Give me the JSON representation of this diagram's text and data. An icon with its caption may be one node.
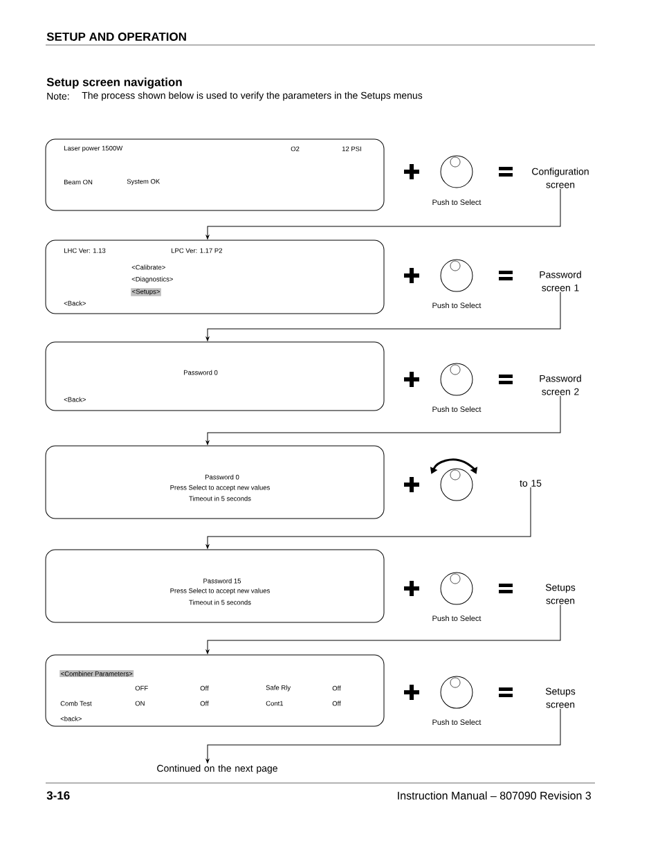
{
  "diagram": {
    "title": "Setup screen navigation",
    "nodes": [
      {
        "text": [
          "Laser power 1500W",
          "O2",
          "12 PSI",
          "Beam ON",
          "System OK"
        ]
      },
      {
        "text": [
          "LHC Ver: 1.13",
          "LPC Ver: 1.17 P2",
          "<Calibrate>",
          "<Diagnostics>",
          "<Setups>",
          "<Back>"
        ]
      },
      {
        "text": [
          "Password 0",
          "<Back>"
        ]
      },
      {
        "text": [
          "Password 0",
          "Press Select to accept new values",
          "Timeout in 5 seconds"
        ]
      },
      {
        "text": [
          "Password 15",
          "Press Select to accept new values",
          "Timeout in 5 seconds"
        ]
      },
      {
        "text": [
          "<Combiner Parameters>",
          "OFF",
          "Off",
          "Safe Rly",
          "Off",
          "Comb Test",
          "ON",
          "Off",
          "Cont1",
          "Off",
          "<back>"
        ]
      },
      {
        "text": [
          "Configuration screen"
        ]
      },
      {
        "text": [
          "Password screen 1"
        ]
      },
      {
        "text": [
          "Password screen 2"
        ]
      },
      {
        "text": [
          "to 15"
        ]
      },
      {
        "text": [
          "Setups screen"
        ]
      },
      {
        "text": [
          "Setups screen"
        ]
      },
      {
        "text": [
          "Continued on the next page"
        ]
      }
    ],
    "edges": [
      {
        "from": 6,
        "to": 1,
        "arrow": "to"
      },
      {
        "from": 7,
        "to": 2,
        "arrow": "to"
      },
      {
        "from": 8,
        "to": 3,
        "arrow": "to"
      },
      {
        "from": 9,
        "to": 4,
        "arrow": "to"
      },
      {
        "from": 10,
        "to": 5,
        "arrow": "to"
      },
      {
        "from": 11,
        "to": 12,
        "arrow": "to"
      }
    ],
    "labels": [
      "SETUP AND OPERATION",
      "Note:",
      "The process shown below is used to verify the parameters in the Setups menus",
      "Push to Select",
      "Push to Select",
      "Push to Select",
      "Push to Select",
      "Push to Select",
      "3-16",
      "Instruction Manual – 807090 Revision 3"
    ]
  }
}
